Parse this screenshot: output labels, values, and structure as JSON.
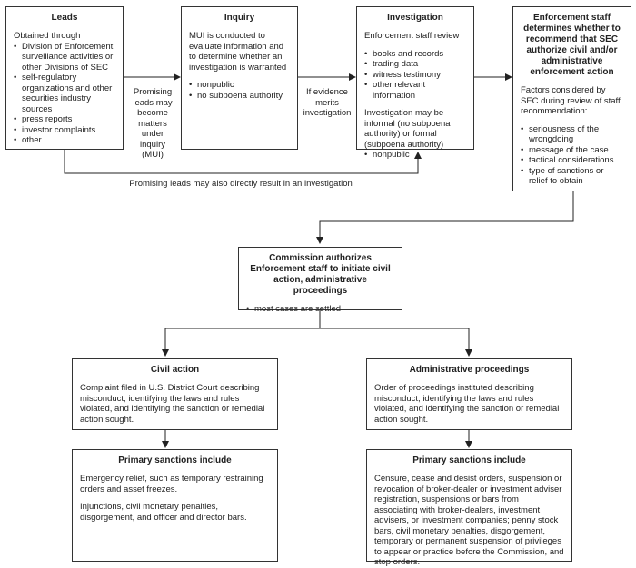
{
  "leads": {
    "title": "Leads",
    "intro": "Obtained through",
    "items": [
      "Division of Enforcement surveillance activities or other Divisions of SEC",
      "self-regulatory organizations and other securities industry sources",
      "press reports",
      "investor complaints",
      "other"
    ]
  },
  "inquiry": {
    "title": "Inquiry",
    "intro": "MUI is conducted to evaluate information and to determine whether an investigation is warranted",
    "items": [
      "nonpublic",
      "no subpoena authority"
    ]
  },
  "investigation": {
    "title": "Investigation",
    "intro": "Enforcement staff review",
    "items": [
      "books and records",
      "trading data",
      "witness testimony",
      "other relevant information"
    ],
    "note": "Investigation may be informal (no subpoena authority) or formal (subpoena authority)",
    "note_items": [
      "nonpublic"
    ]
  },
  "enforcement": {
    "title": "Enforcement staff determines whether to recommend that SEC authorize civil and/or administrative enforcement action",
    "intro": "Factors considered by SEC during review of staff recommendation:",
    "items": [
      "seriousness of the wrongdoing",
      "message of the case",
      "tactical considerations",
      "type of sanctions or relief to obtain"
    ]
  },
  "commission": {
    "title": "Commission authorizes Enforcement staff to initiate civil action, administrative proceedings",
    "items": [
      "most cases are settled"
    ]
  },
  "civil": {
    "title": "Civil action",
    "text": "Complaint filed in U.S. District Court describing misconduct, identifying the laws and rules violated, and identifying the sanction or remedial action sought."
  },
  "admin": {
    "title": "Administrative proceedings",
    "text": "Order of proceedings instituted describing misconduct, identifying the laws and rules violated, and identifying the sanction or remedial action sought."
  },
  "civil_sanctions": {
    "title": "Primary sanctions include",
    "p1": "Emergency relief, such as temporary restraining orders and asset freezes.",
    "p2": "Injunctions, civil monetary penalties, disgorgement, and officer and director bars."
  },
  "admin_sanctions": {
    "title": "Primary sanctions include",
    "text": "Censure, cease and desist orders, suspension or revocation of broker-dealer or investment adviser registration, suspensions or bars from associating with broker-dealers, investment advisers, or investment companies; penny stock bars, civil monetary penalties, disgorgement, temporary or permanent suspension of privileges to appear or practice before the Commission, and stop orders."
  },
  "labels": {
    "mui": "Promising leads may become matters under inquiry (MUI)",
    "evidence": "If evidence merits investigation",
    "direct": "Promising leads may also directly result in an investigation"
  }
}
